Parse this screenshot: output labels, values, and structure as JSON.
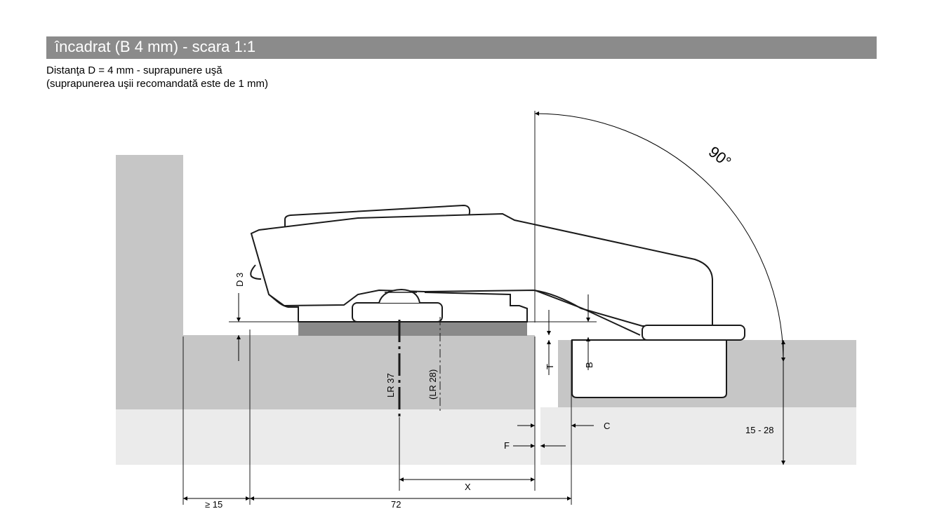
{
  "header": {
    "title": "încadrat (B 4 mm) - scara 1:1"
  },
  "subtitle": {
    "line1": "Distanţa D = 4 mm - suprapunere uşă",
    "line2": "(suprapunerea uşii recomandată este de 1 mm)"
  },
  "labels": {
    "angle": "90°",
    "d3": "D 3",
    "lr37": "LR 37",
    "lr28": "(LR 28)",
    "t": "T",
    "b": "B",
    "c": "C",
    "f": "F",
    "x": "X",
    "range": "15 - 28",
    "ge15": "≥ 15",
    "dim72": "72"
  },
  "colors": {
    "header_bg": "#8b8b8b",
    "panel_dark": "#c6c6c6",
    "panel_light": "#ebebeb",
    "plate": "#8a8a8a",
    "line": "#1a1a1a"
  }
}
